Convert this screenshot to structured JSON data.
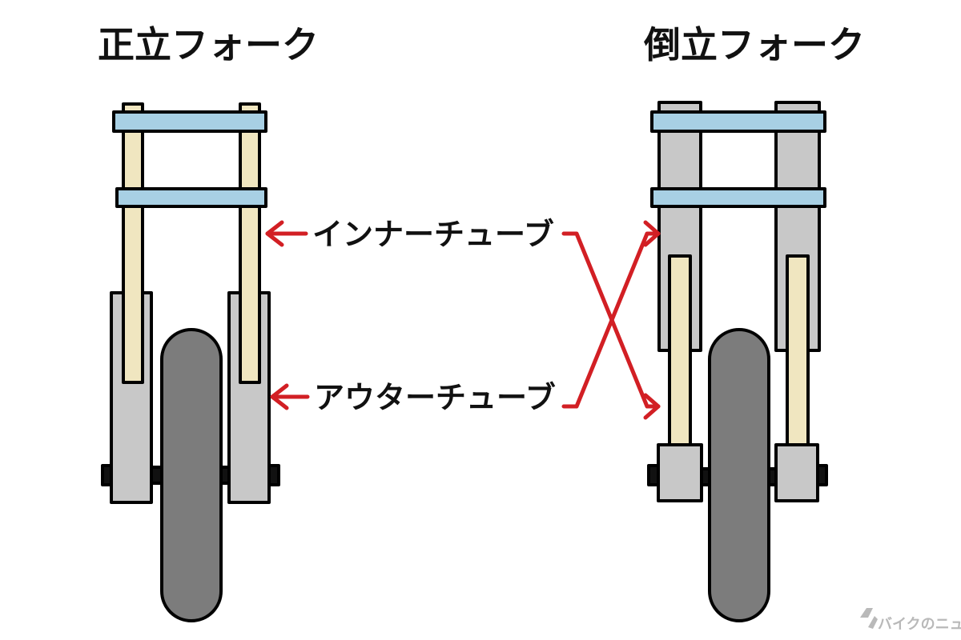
{
  "titles": {
    "conventional": "正立フォーク",
    "inverted": "倒立フォーク"
  },
  "labels": {
    "inner_tube": "インナーチューブ",
    "outer_tube": "アウターチューブ"
  },
  "watermark": {
    "text": "バイクのニュース"
  },
  "colors": {
    "inner_tube": "#f0e6c0",
    "outer_tube": "#c8c8c8",
    "triple_clamp": "#a8d0e4",
    "tire": "#7c7c7c",
    "axle": "#111111",
    "arrow": "#d21f24",
    "outline": "#000000"
  },
  "icons": {
    "watermark_logo": "motorcycle-logo-icon"
  }
}
